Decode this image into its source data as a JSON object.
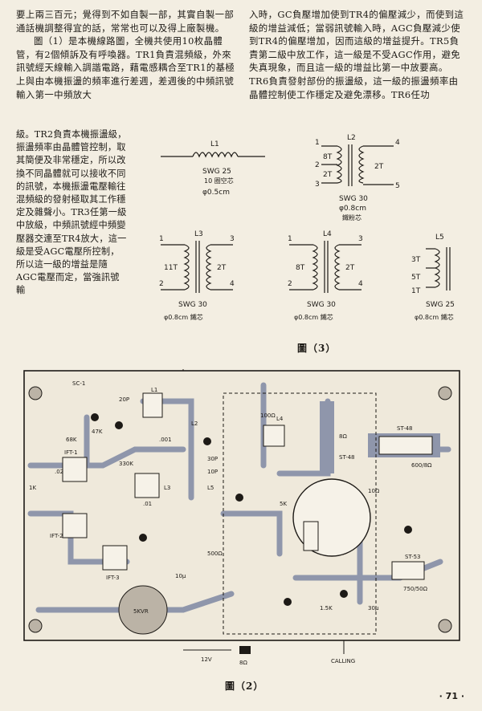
{
  "left_col_top": "要上兩三百元；覺得到不如自製一部，其實自製一部通話機調整得宜的話，常常也可以及得上廠製機。",
  "left_col_para": "圖（1）是本機線路圖，全機共使用10枚晶體管，有2個傾訴及有呼喚器。TR1負責混頻級，外來訊號經天線輸入調諧電路，藉電感耦合至TR1的基極上與由本機振盪的頻率進行差週，差週後的中頻訊號輸入第一中頻放大",
  "wrap_col": "級。TR2負責本機振盪級，振盪頻率由晶體管控制，取其簡便及非常穩定，所以改換不同晶體就可以接收不同的訊號，本機振盪電壓輸往混頻級的發射極取其工作穩定及雜聲小。TR3任第一級中放級，中頻訊號經中頻變壓器交連至TR4放大，這一級是受AGC電壓所控制，所以這一級的增益是隨AGC電壓而定，當強訊號輸",
  "right_col": "入時，GC負壓增加使到TR4的偏壓減少，而使到這級的增益減低；當弱訊號輸入時，AGC負壓減少使到TR4的偏壓增加，因而這級的增益提升。TR5負責第二級中放工作，這一級是不受AGC作用，避免失真現象，而且這一級的增益比第一中放要高。TR6負責發射部份的振盪級，這一級的振盪頻率由晶體控制使工作穩定及避免漂移。TR6任功",
  "figure3": {
    "caption": "圖（3）",
    "L1": {
      "name": "L1",
      "wire": "SWG 25",
      "turns": "10 圈空芯",
      "dia": "φ0.5cm"
    },
    "L2": {
      "name": "L2",
      "wire": "SWG 30",
      "turns_a": "8T",
      "turns_b": "2T",
      "turns_c": "2T",
      "dia": "φ0.8cm",
      "core": "鐵粉芯",
      "pins": [
        "1",
        "2",
        "3",
        "4",
        "5"
      ]
    },
    "L3": {
      "name": "L3",
      "wire": "SWG 30",
      "turns_a": "11T",
      "turns_b": "2T",
      "dia": "φ0.8cm 鐵芯",
      "pins": [
        "1",
        "2",
        "3",
        "4"
      ]
    },
    "L4": {
      "name": "L4",
      "wire": "SWG 30",
      "turns_a": "8T",
      "turns_b": "2T",
      "dia": "φ0.8cm 鐵芯",
      "pins": [
        "1",
        "2",
        "3",
        "4"
      ]
    },
    "L5": {
      "name": "L5",
      "wire": "SWG 25",
      "turns_a": "3T",
      "turns_b": "5T",
      "turns_c": "1T",
      "dia": "φ0.8cm 鐵芯"
    }
  },
  "figure2": {
    "caption": "圖（2）",
    "labels": {
      "sc1": "SC-1",
      "c20p": "20P",
      "r68k": "68K",
      "r47k": "47K",
      "r1k": "1K",
      "ift1": "IFT-1",
      "ift2": "IFT-2",
      "ift3": "IFT-3",
      "r330k": "330K",
      "c02": ".02",
      "c001": ".001",
      "c30p": "30P",
      "c10p": "10P",
      "r100": "100Ω",
      "r500": "500Ω",
      "r5k": "5K",
      "ohm8": "8Ω",
      "st48": "ST-48",
      "r600": "600/8Ω",
      "st53": "ST-53",
      "r750": "750/50Ω",
      "vr": "5KVR",
      "v12": "12V",
      "spk": "8Ω",
      "calling": "CALLING",
      "r10": "10Ω",
      "c10u": "10μ",
      "c30u": "30μ",
      "r01": ".01",
      "r1k5": "1.5K",
      "l1": "L1",
      "l2": "L2",
      "l3": "L3",
      "l4": "L4",
      "l5": "L5"
    }
  },
  "page_number": "· 71 ·"
}
